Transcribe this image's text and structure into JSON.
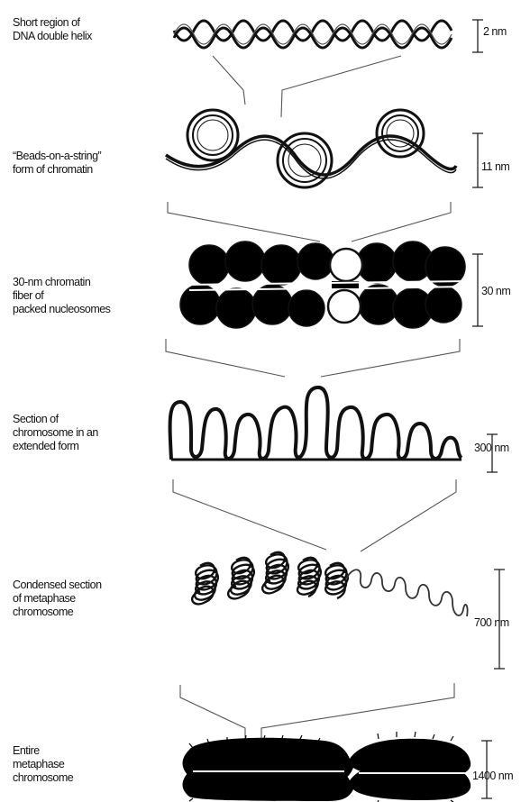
{
  "levels": [
    {
      "label_lines": [
        "Short region of",
        "DNA double helix"
      ],
      "scale": "2 nm"
    },
    {
      "label_lines": [
        "“Beads-on-a-string”",
        "form of chromatin"
      ],
      "scale": "11 nm"
    },
    {
      "label_lines": [
        "30-nm chromatin",
        "fiber of",
        "packed nucleosomes"
      ],
      "scale": "30 nm"
    },
    {
      "label_lines": [
        "Section of",
        "chromosome in an",
        "extended form"
      ],
      "scale": "300 nm"
    },
    {
      "label_lines": [
        "Condensed section",
        "of metaphase",
        "chromosome"
      ],
      "scale": "700 nm"
    },
    {
      "label_lines": [
        "Entire",
        "metaphase",
        "chromosome"
      ],
      "scale": "1400 nm"
    }
  ]
}
